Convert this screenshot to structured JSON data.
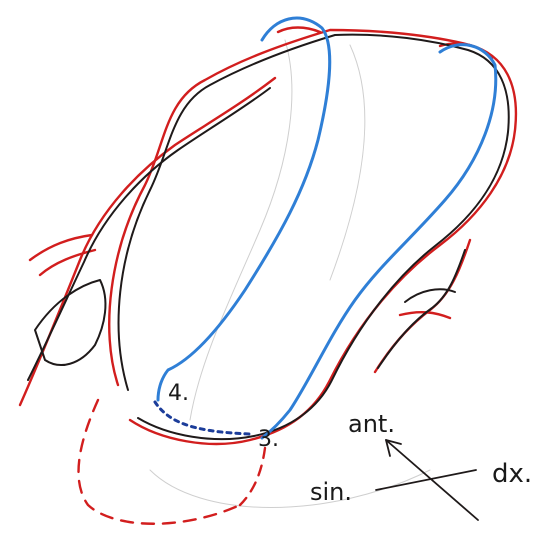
{
  "colors": {
    "background": "#ffffff",
    "black_ink": "#1f1a1a",
    "red_ink": "#d21e1e",
    "blue_ink": "#2f7fd6",
    "dark_blue_ink": "#1c3d9a",
    "pencil": "#cfcfcf"
  },
  "labels": {
    "number_4": "4.",
    "number_3": "3.",
    "anterior": "ant.",
    "sinister": "sin.",
    "dexter": "dx."
  }
}
